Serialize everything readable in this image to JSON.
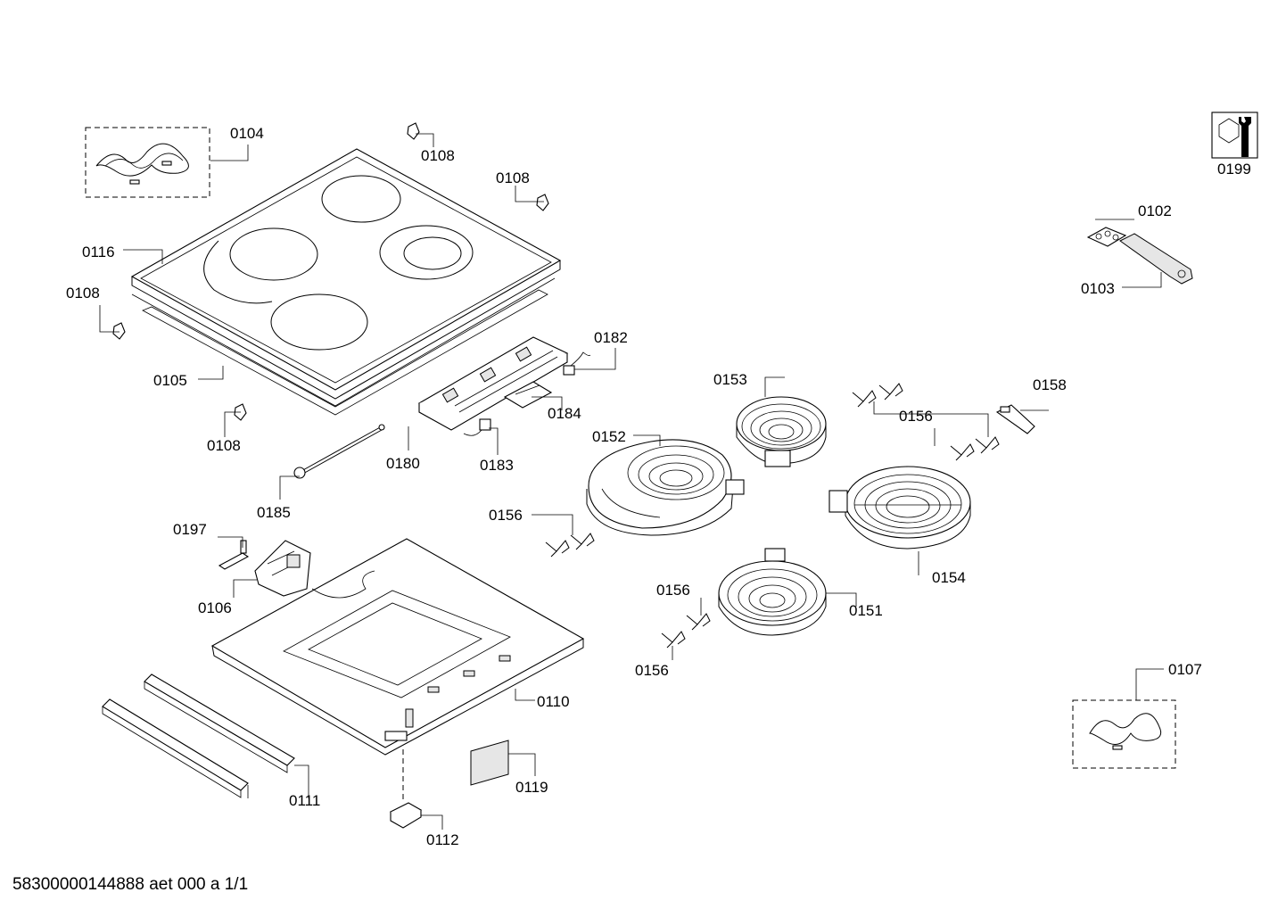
{
  "labels": {
    "p0102": "0102",
    "p0103": "0103",
    "p0104": "0104",
    "p0105": "0105",
    "p0106": "0106",
    "p0107": "0107",
    "p0108": "0108",
    "p0110": "0110",
    "p0111": "0111",
    "p0112": "0112",
    "p0116": "0116",
    "p0119": "0119",
    "p0151": "0151",
    "p0152": "0152",
    "p0153": "0153",
    "p0154": "0154",
    "p0156": "0156",
    "p0158": "0158",
    "p0180": "0180",
    "p0182": "0182",
    "p0183": "0183",
    "p0184": "0184",
    "p0185": "0185",
    "p0197": "0197",
    "p0199": "0199"
  },
  "footer": "58300000144888 aet 000 a 1/1"
}
